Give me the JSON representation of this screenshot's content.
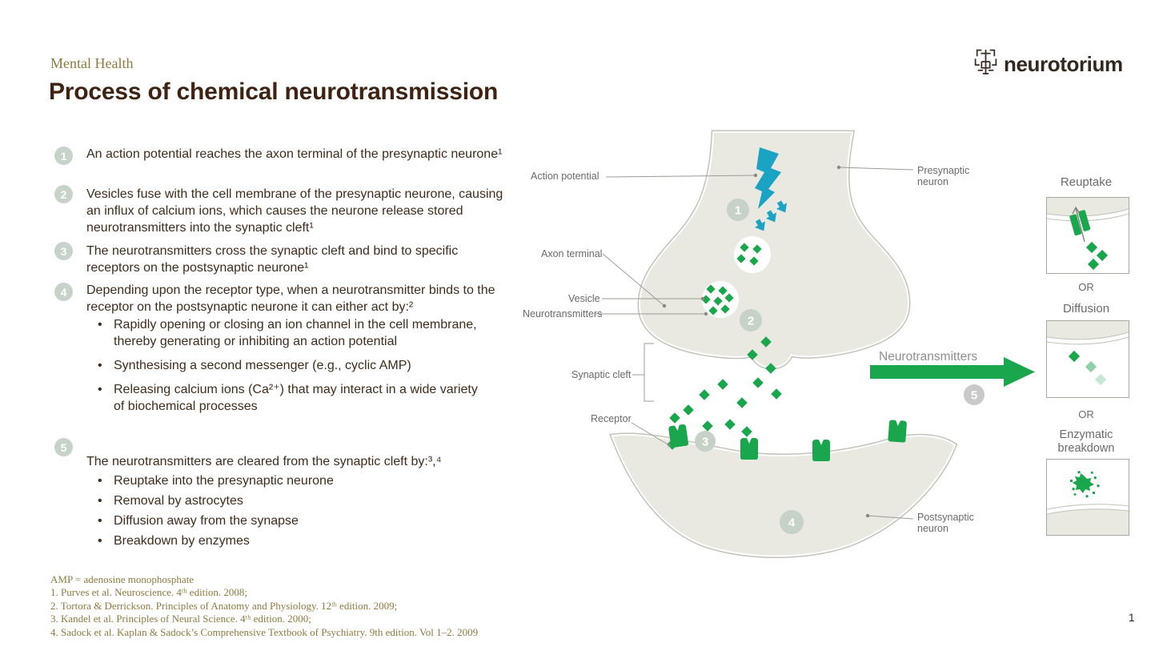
{
  "header": {
    "eyebrow": "Mental Health",
    "title": "Process of chemical neurotransmission",
    "logo_text": "neurotorium"
  },
  "steps": [
    {
      "num": "1",
      "text": "An action potential reaches the axon terminal of the presynaptic neurone¹"
    },
    {
      "num": "2",
      "text": "Vesicles fuse with the cell membrane of the presynaptic neurone, causing an influx of calcium ions, which causes the neurone release stored neurotransmitters into the synaptic cleft¹"
    },
    {
      "num": "3",
      "text": "The neurotransmitters cross the synaptic cleft and bind to specific receptors on the postsynaptic neurone¹"
    },
    {
      "num": "4",
      "text": "Depending upon the receptor type, when a neurotransmitter binds to the receptor on the postsynaptic neurone it can either act by:²",
      "bullets": [
        "Rapidly opening or closing an ion channel in the cell membrane, thereby generating or inhibiting an action potential",
        "Synthesising a second messenger (e.g., cyclic AMP)",
        "Releasing calcium ions (Ca²⁺) that may interact in a wide variety of biochemical processes"
      ]
    },
    {
      "num": "5",
      "text": "The neurotransmitters are cleared from the synaptic cleft by:³,⁴",
      "bullets": [
        "Reuptake into the presynaptic neurone",
        "Removal by astrocytes",
        "Diffusion away from the synapse",
        "Breakdown by enzymes"
      ]
    }
  ],
  "diagram": {
    "labels": {
      "action_potential": "Action potential",
      "axon_terminal": "Axon terminal",
      "vesicle": "Vesicle",
      "neurotransmitters": "Neurotransmitters",
      "synaptic_cleft": "Synaptic cleft",
      "receptor": "Receptor",
      "presynaptic_neuron": "Presynaptic neuron",
      "postsynaptic_neuron": "Postsynaptic neuron"
    },
    "markers": {
      "m1": "1",
      "m2": "2",
      "m3": "3",
      "m4": "4",
      "m5": "5"
    },
    "arrow_label": "Neurotransmitters",
    "clearance": {
      "reuptake": "Reuptake",
      "or1": "OR",
      "diffusion": "Diffusion",
      "or2": "OR",
      "enzymatic": "Enzymatic breakdown"
    }
  },
  "footnotes": [
    "AMP = adenosine monophosphate",
    "1. Purves et al. Neuroscience. 4ᵗʰ edition. 2008;",
    "2. Tortora & Derrickson. Principles of Anatomy and Physiology. 12ᵗʰ edition. 2009;",
    "3. Kandel et al. Principles of Neural Science. 4ᵗʰ edition. 2000;",
    "4. Sadock et al. Kaplan & Sadock’s Comprehensive Textbook of Psychiatry. 9th edition. Vol 1–2. 2009"
  ],
  "page_number": "1",
  "colors": {
    "accent_green": "#1aa64c",
    "accent_teal": "#1ba3c4",
    "title_brown": "#3e2313",
    "body_brown": "#402c1b",
    "olive_refs": "#8d7b3e",
    "marker_sage": "#c7d2c9",
    "membrane_beige": "#e9e8e1",
    "label_gray": "#6a6a6a"
  }
}
